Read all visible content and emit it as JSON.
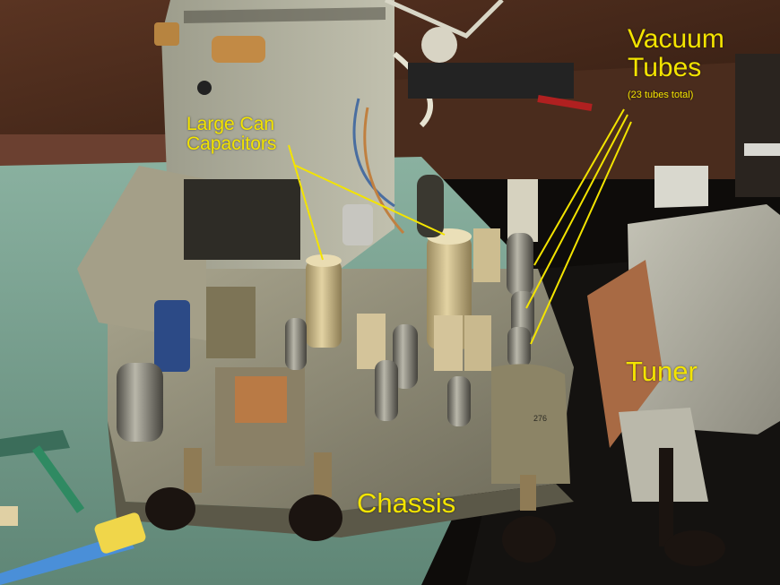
{
  "labels": {
    "vacuum_tubes_line1": "Vacuum",
    "vacuum_tubes_line2": "Tubes",
    "vacuum_tubes_note": "(23 tubes total)",
    "large_can_line1": "Large Can",
    "large_can_line2": "Capacitors",
    "tuner": "Tuner",
    "chassis": "Chassis"
  },
  "transformer_marking": "276",
  "colors": {
    "label_text": "#f3e400",
    "leader_lines": "#f3e400",
    "workbench": "#7aa392",
    "back_bench": "#4a2c1d",
    "chassis_metal": "#8b8773",
    "tube_glass": "#6c6a61",
    "knob": "#1b1410"
  },
  "icons": [
    "tube-icon",
    "capacitor-icon",
    "knob-icon"
  ]
}
